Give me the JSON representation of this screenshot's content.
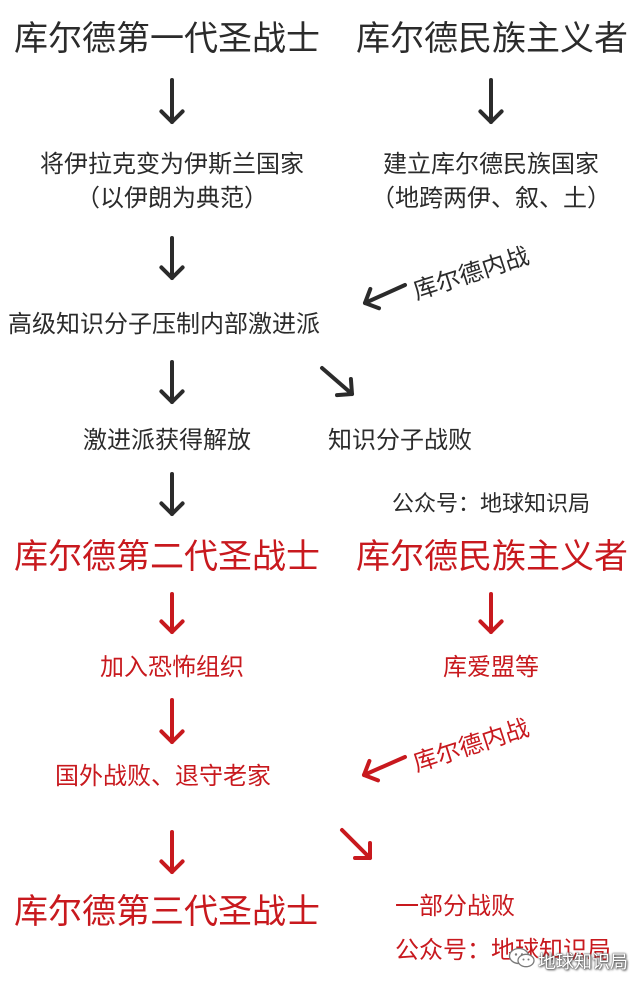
{
  "colors": {
    "dark": "#2b2b2b",
    "red": "#c8191e"
  },
  "first_gen": {
    "left_title": "库尔德第一代圣战士",
    "right_title": "库尔德民族主义者",
    "left_goal_line1": "将伊拉克变为伊斯兰国家",
    "left_goal_line2": "（以伊朗为典范）",
    "right_goal_line1": "建立库尔德民族国家",
    "right_goal_line2": "（地跨两伊、叙、土）",
    "civil_war_label": "库尔德内战",
    "suppression": "高级知识分子压制内部激进派",
    "radicals_freed": "激进派获得解放",
    "intellectuals_defeated": "知识分子战败"
  },
  "mid_watermark": "公众号：地球知识局",
  "second_gen": {
    "left_title": "库尔德第二代圣战士",
    "right_title": "库尔德民族主义者",
    "left_action": "加入恐怖组织",
    "right_action": "库爱盟等",
    "civil_war_label": "库尔德内战",
    "outcome": "国外战败、退守老家"
  },
  "third_gen": {
    "title": "库尔德第三代圣战士",
    "partial_defeat": "一部分战败",
    "watermark": "公众号：地球知识局"
  },
  "corner_watermark": {
    "icon": "wechat-icon",
    "text": "地球知识局"
  }
}
